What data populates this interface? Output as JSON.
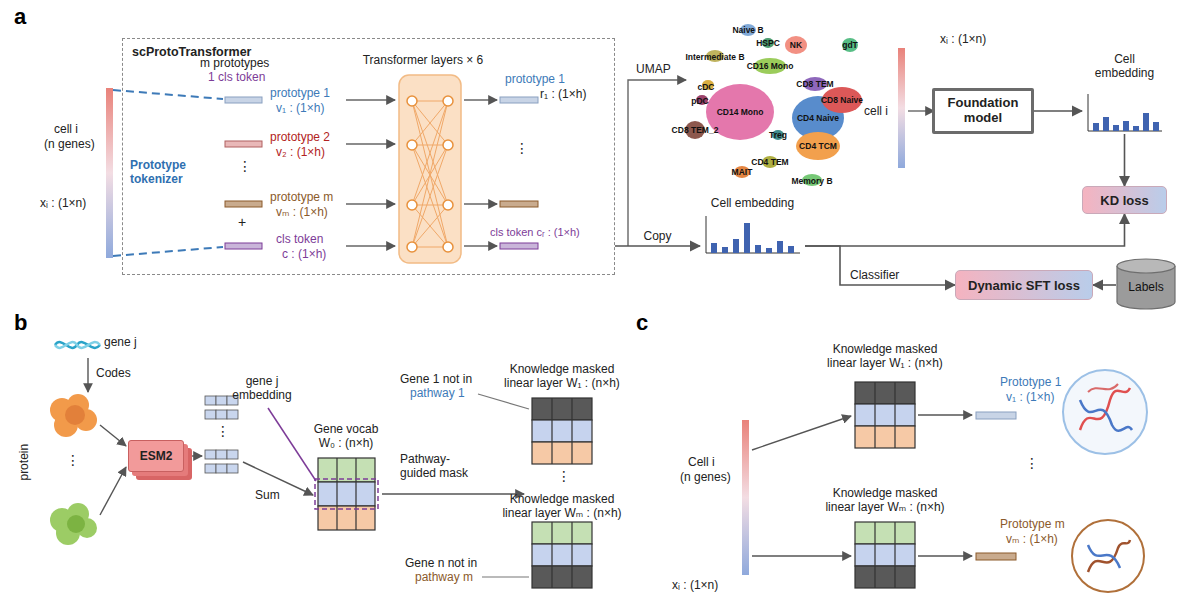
{
  "diagram": {
    "nodes": [
      {
        "text": [
          "scProtoTransformer"
        ]
      },
      {
        "text": [
          "Transformer layers × 6"
        ],
        "in": 0
      },
      {
        "text": [
          "Cell embedding"
        ]
      },
      {
        "text": [
          "Foundation model"
        ]
      },
      {
        "text": [
          "Cell embedding"
        ]
      },
      {
        "text": [
          "KD loss"
        ]
      },
      {
        "text": [
          "Dynamic SFT loss"
        ]
      },
      {
        "text": [
          "Labels"
        ]
      },
      {
        "text": [
          "ESM2"
        ]
      }
    ],
    "edges": [
      {
        "from": 0,
        "to": 2,
        "label": "Copy",
        "arrow": "to"
      },
      {
        "from": 3,
        "to": 4,
        "arrow": "to"
      },
      {
        "from": 4,
        "to": 5,
        "arrow": "to"
      },
      {
        "from": 2,
        "to": 5,
        "arrow": "to"
      },
      {
        "from": 2,
        "to": 6,
        "label": "Classifier",
        "arrow": "to"
      },
      {
        "from": 7,
        "to": 6,
        "arrow": "to"
      }
    ],
    "labels": [
      "a",
      "m prototypes",
      "1 cls token",
      "cell i",
      "(n genes)",
      "xᵢ : (1×n)",
      "Prototype tokenizer",
      "prototype 1",
      "v₁ : (1×h)",
      "prototype 2",
      "v₂ : (1×h)",
      "⋮",
      "prototype m",
      "vₘ : (1×h)",
      "+",
      "cls token",
      "c : (1×h)",
      "prototype 1",
      "r₁ : (1×h)",
      "⋮",
      "cls token cᵣ : (1×h)",
      "UMAP",
      "Naive B",
      "HSPC",
      "NK",
      "gdT",
      "Intermediate B",
      "CD16 Mono",
      "cDC",
      "CD8 TEM",
      "CD8 Naive",
      "pDC",
      "CD14 Mono",
      "CD4 Naive",
      "CD8 TEM_2",
      "Treg",
      "CD4 TCM",
      "CD4 TEM",
      "MAIT",
      "Memory B",
      "xᵢ : (1×n)",
      "cell i",
      "b",
      "gene j",
      "Codes",
      "protein",
      "⋮",
      "⋮",
      "gene j embedding",
      "Sum",
      "Gene vocab W₀ : (n×h)",
      "Pathway-guided mask",
      "Gene 1 not in",
      "pathway 1",
      "Knowledge masked linear layer W₁ : (n×h)",
      "⋮",
      "Knowledge masked linear layer Wₘ : (n×h)",
      "Gene n not in",
      "pathway m",
      "c",
      "Cell i",
      "(n genes)",
      "xᵢ : (1×n)",
      "Knowledge masked linear layer W₁ : (n×h)",
      "Knowledge masked linear layer Wₘ : (n×h)",
      "Prototype 1",
      "v₁ : (1×h)",
      "⋮",
      "Prototype m",
      "vₘ : (1×h)"
    ]
  }
}
